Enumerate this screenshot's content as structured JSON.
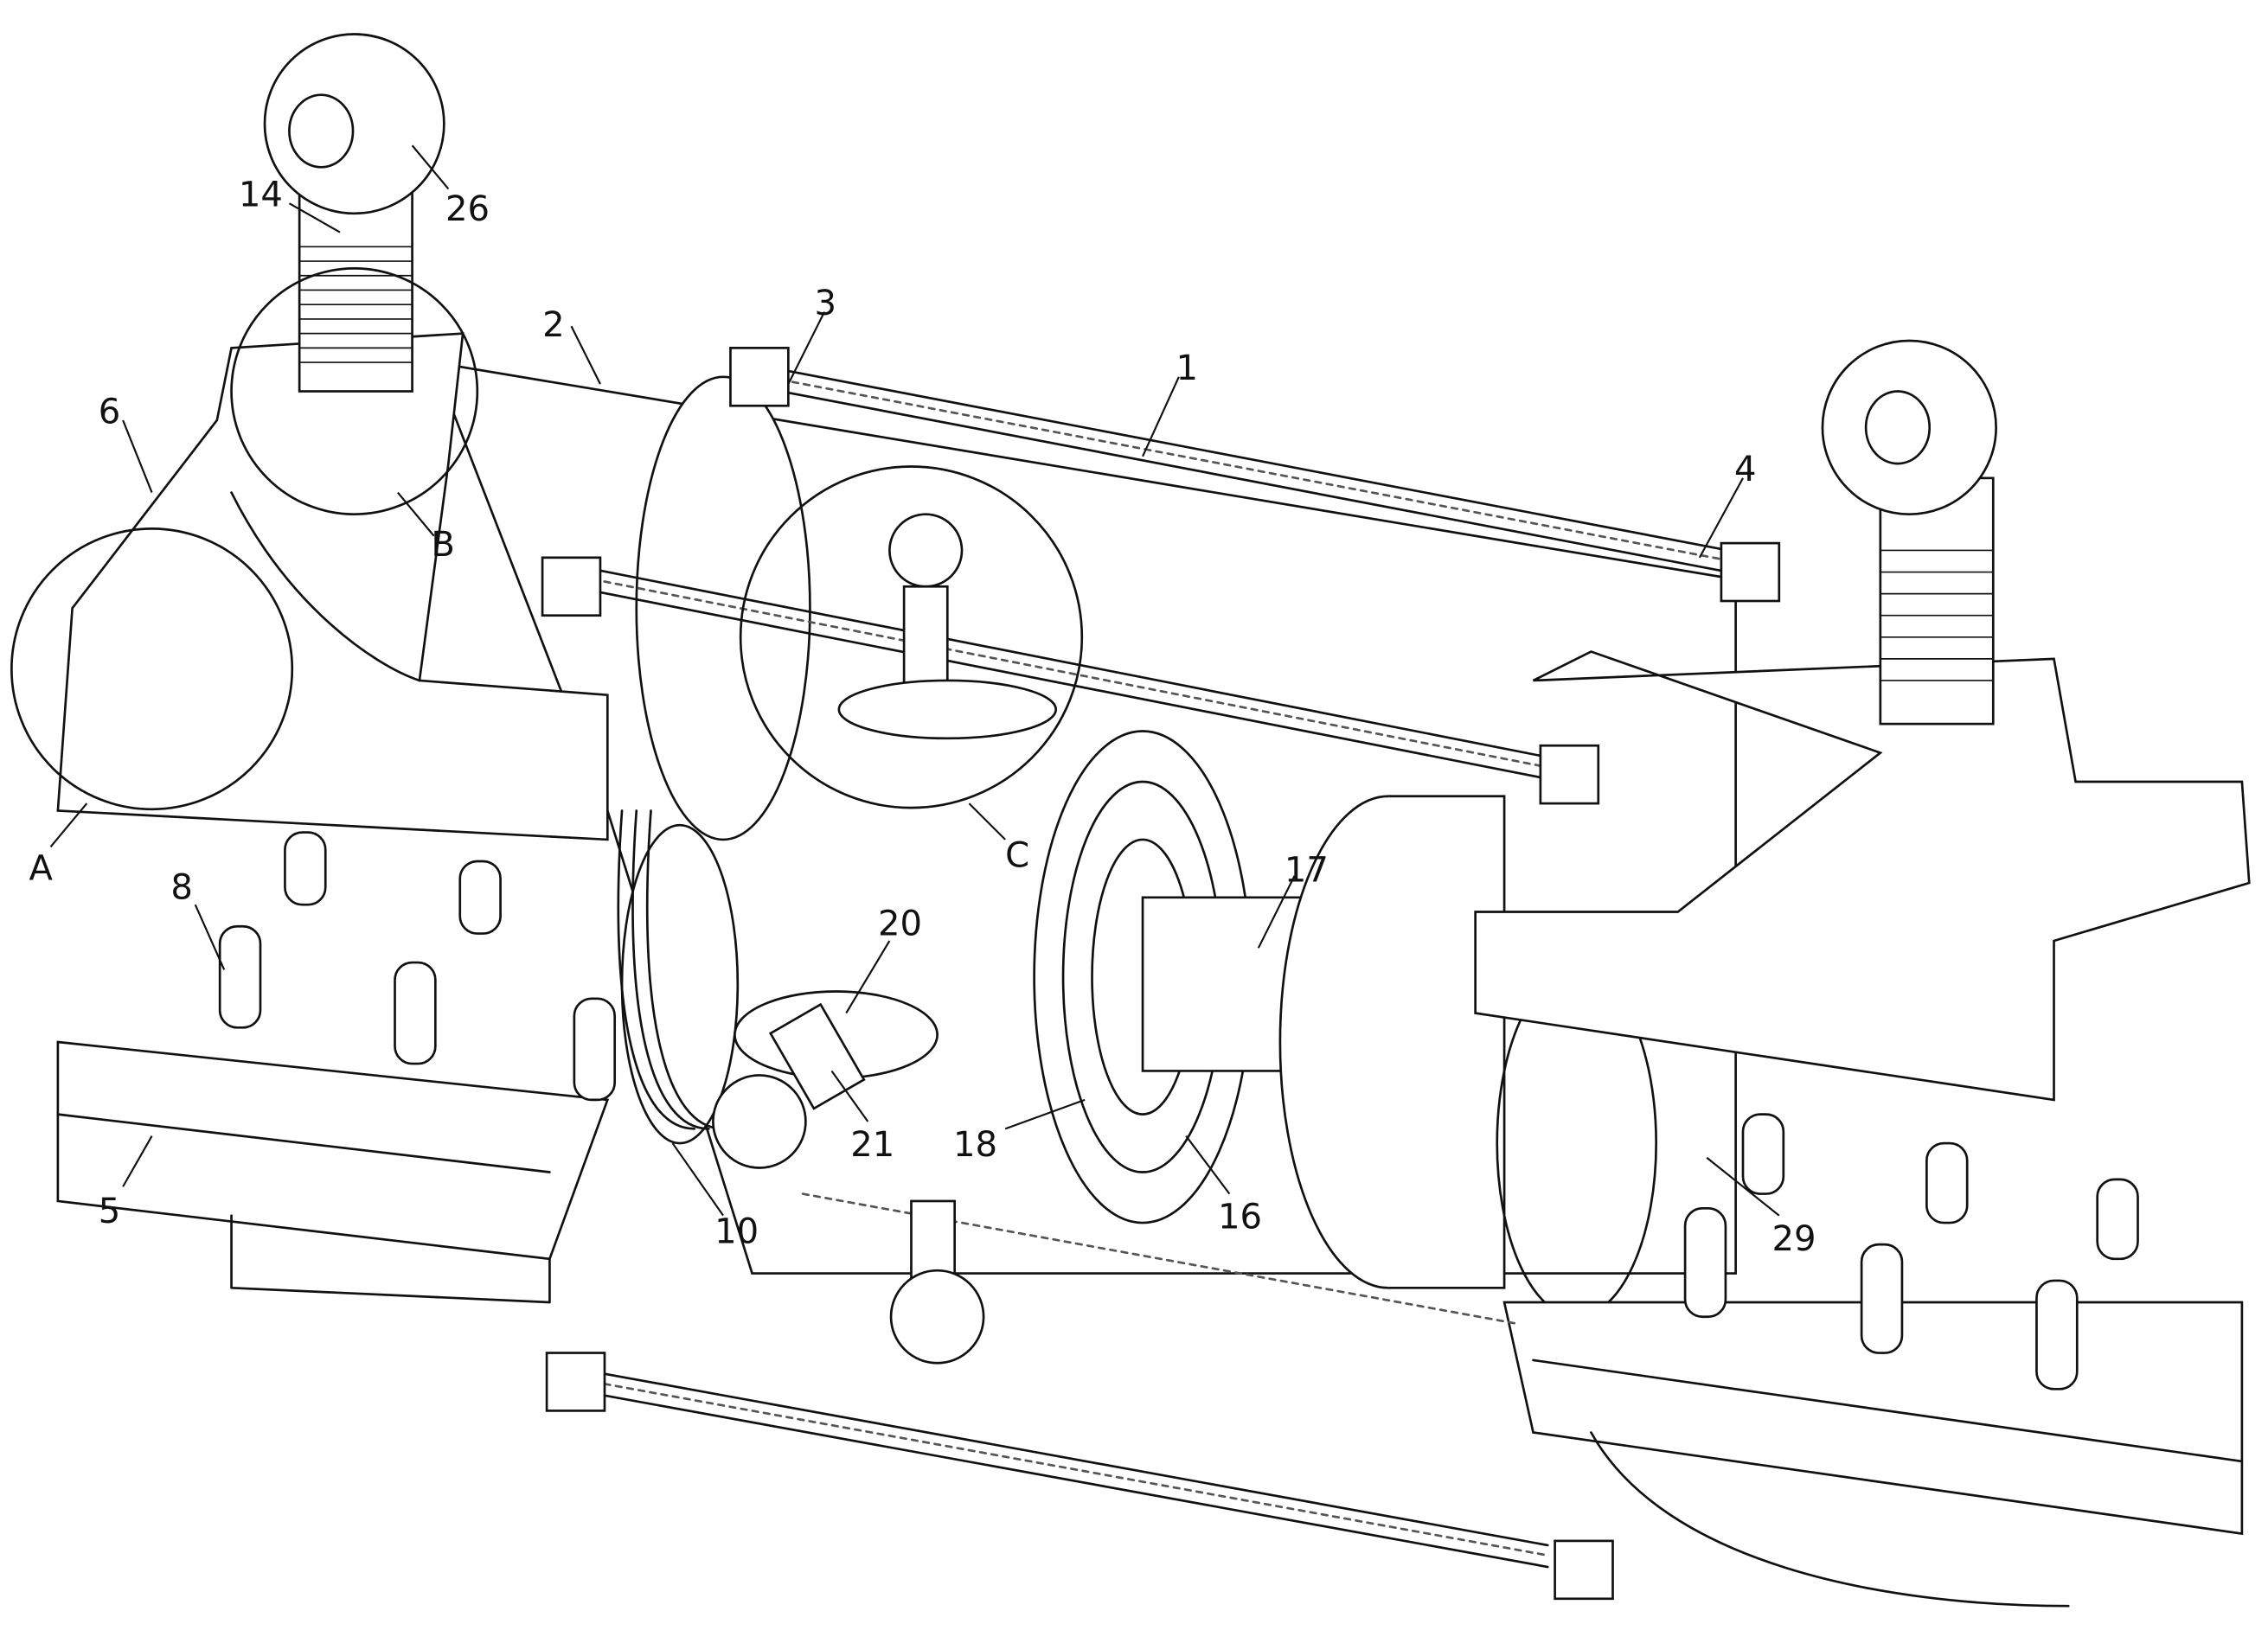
{
  "figure": {
    "part_labels": {
      "p1": "1",
      "p2": "2",
      "p3": "3",
      "p4": "4",
      "p5": "5",
      "p6": "6",
      "p8": "8",
      "p10": "10",
      "p14": "14",
      "p16": "16",
      "p17": "17",
      "p18": "18",
      "p20": "20",
      "p21": "21",
      "p26": "26",
      "p29": "29"
    },
    "detail_labels": {
      "a": "A",
      "b": "B",
      "c": "C"
    }
  }
}
